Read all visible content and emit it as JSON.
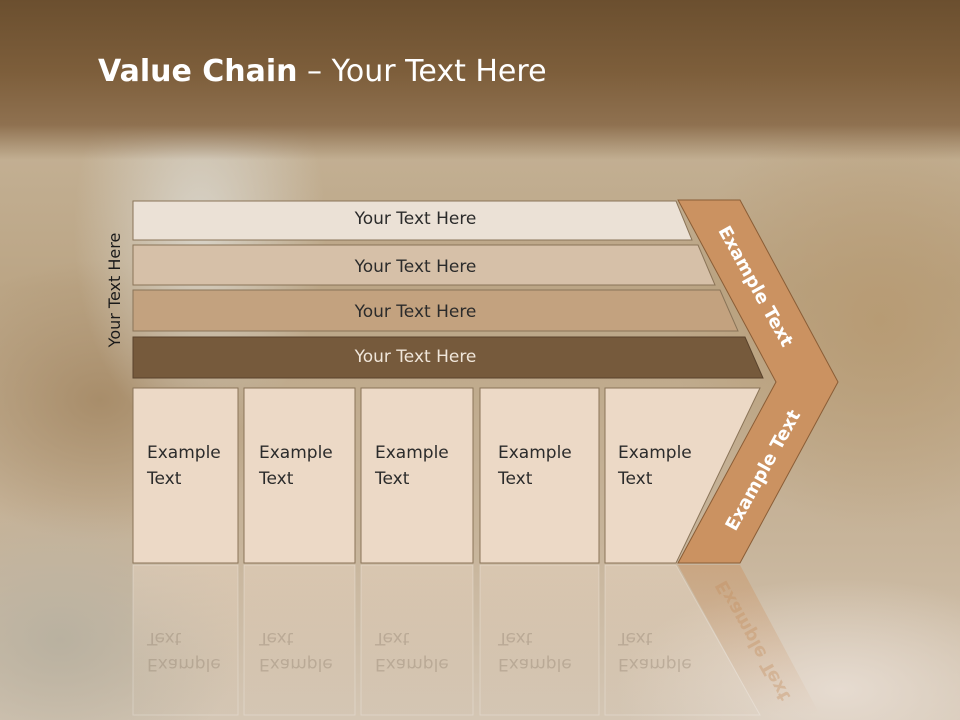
{
  "title": {
    "bold": "Value Chain",
    "rest": " – Your Text Here"
  },
  "side_label": "Your Text Here",
  "bars": [
    {
      "label": "Your Text Here"
    },
    {
      "label": "Your Text Here"
    },
    {
      "label": "Your Text Here"
    },
    {
      "label": "Your Text Here"
    }
  ],
  "boxes": [
    {
      "line1": "Example",
      "line2": "Text"
    },
    {
      "line1": "Example",
      "line2": "Text"
    },
    {
      "line1": "Example",
      "line2": "Text"
    },
    {
      "line1": "Example",
      "line2": "Text"
    },
    {
      "line1": "Example",
      "line2": "Text"
    }
  ],
  "chevron": {
    "upper": "Example Text",
    "lower": "Example Text"
  },
  "colors": {
    "bar1": "#ebe1d6",
    "bar2": "#d6c0a8",
    "bar3": "#c3a27f",
    "bar4": "#765a3c",
    "box": "#ecd9c6",
    "chevron": "#cb9261",
    "header": "#7d5e3b"
  }
}
